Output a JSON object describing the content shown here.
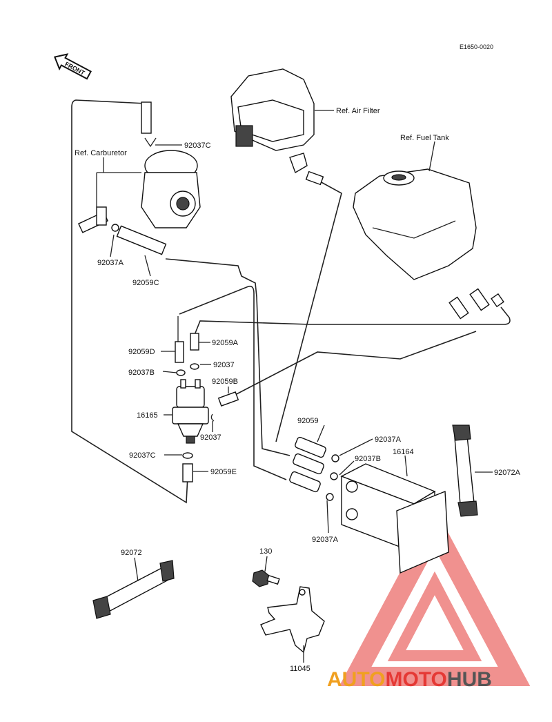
{
  "diagram_code": "E1650-0020",
  "front_label": "FRONT",
  "references": {
    "air_filter": "Ref. Air Filter",
    "fuel_tank": "Ref. Fuel Tank",
    "carburetor": "Ref. Carburetor"
  },
  "parts": {
    "p92037C_top": "92037C",
    "p92037A_left": "92037A",
    "p92059C": "92059C",
    "p92059D": "92059D",
    "p92059A": "92059A",
    "p92037B_left": "92037B",
    "p92037_upper": "92037",
    "p92059B": "92059B",
    "p16165": "16165",
    "p92037_lower": "92037",
    "p92037C_bottom": "92037C",
    "p92059E": "92059E",
    "p92059": "92059",
    "p92037A_right": "92037A",
    "p92037B_right": "92037B",
    "p16164": "16164",
    "p92072A": "92072A",
    "p92037A_bottom": "92037A",
    "p92072": "92072",
    "p130": "130",
    "p11045": "11045"
  },
  "watermark": {
    "part1": "AUTO",
    "part2": "MOTO",
    "part3": "HUB",
    "color_orange": "#f0a020",
    "color_red": "#e53935",
    "color_dark": "#555555"
  }
}
